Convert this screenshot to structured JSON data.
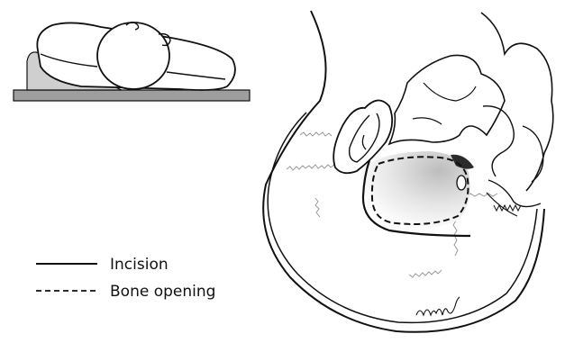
{
  "legend": {
    "items": [
      {
        "label": "Incision",
        "line_style": "solid"
      },
      {
        "label": "Bone opening",
        "line_style": "dashed"
      }
    ]
  },
  "colors": {
    "line": "#111111",
    "table": "#9e9e9e",
    "wedge": "#cfcfcf",
    "suture": "#9a9a9a",
    "shade": "#bdbdbd"
  },
  "illustration": {
    "positioning_figure": "patient-supine-head-turned-on-wedge",
    "main_figure": "lateral-skull-with-incision-and-craniotomy-outline"
  }
}
